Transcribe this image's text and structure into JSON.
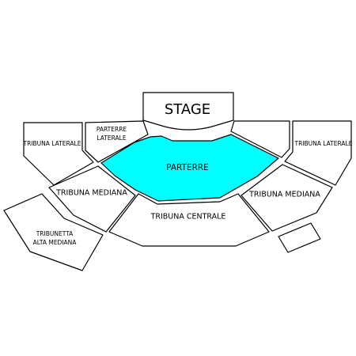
{
  "map": {
    "stage": {
      "label": "STAGE"
    },
    "sections": {
      "parterre": {
        "label": "PARTERRE",
        "selected": true,
        "color": "#00ffff"
      },
      "parterre_laterale": {
        "label_line1": "PARTERRE",
        "label_line2": "LATERALE"
      },
      "tribuna_laterale_left": {
        "label": "TRIBUNA LATERALE"
      },
      "tribuna_laterale_right": {
        "label": "TRIBUNA LATERALE"
      },
      "tribuna_mediana_left": {
        "label": "TRIBUNA MEDIANA"
      },
      "tribuna_mediana_right": {
        "label": "TRIBUNA MEDIANA"
      },
      "tribuna_centrale": {
        "label": "TRIBUNA CENTRALE"
      },
      "tribunetta_alta_mediana": {
        "label_line1": "TRIBUNETTA",
        "label_line2": "ALTA MEDIANA"
      }
    }
  }
}
